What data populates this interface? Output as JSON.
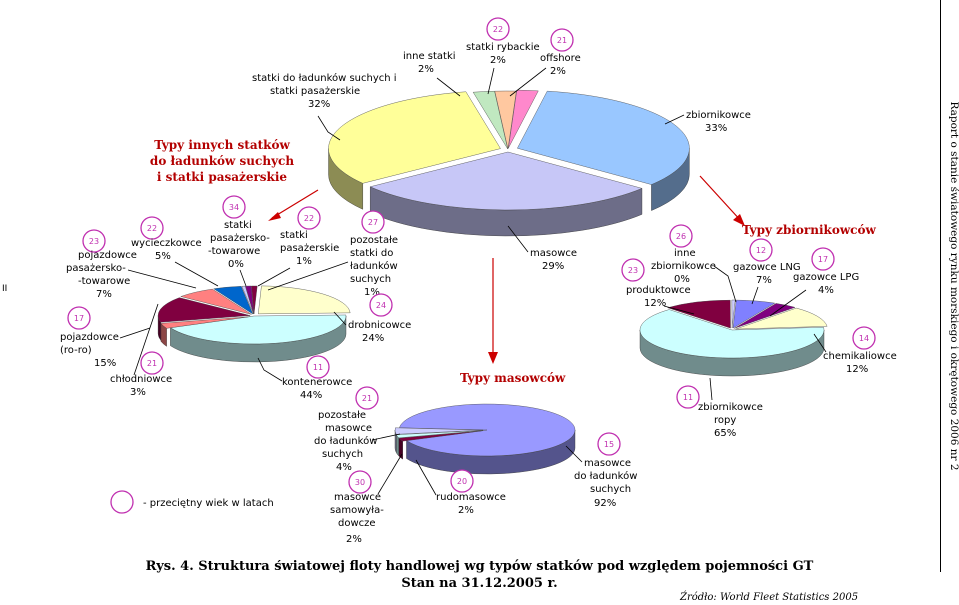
{
  "side_text": "Raport o stanie światowego rynku morskiego i okrętowego 2006 nr 2",
  "left_mark": "II",
  "caption_line1": "Rys. 4. Struktura światowej floty handlowej wg typów statków pod względem pojemności GT",
  "caption_line2": "Stan na 31.12.2005 r.",
  "source": "Źródło: World Fleet Statistics 2005",
  "legend_note": "- przeciętny wiek w latach",
  "group_titles": {
    "other": [
      "Typy innych statków",
      "do ładunków suchych",
      "i statki pasażerskie"
    ],
    "tankers": "Typy zbiornikowców",
    "bulk": "Typy masowców"
  },
  "colors": {
    "tankers": "#99c7ff",
    "bulk": "#c7c7f7",
    "passenger": "#ffff99",
    "other_small": "#c0e8c0",
    "fishing": "#ffc8a0",
    "offshore": "#ff88cc",
    "containers": "#ccffff",
    "general": "#ffffcc",
    "ro_ro": "#800040",
    "cooling": "#ff8080",
    "ropax": "#0066cc",
    "cruise": "#ccccff",
    "crude": "#ccffff",
    "chemical": "#ffffcc",
    "lpg": "#800080",
    "lng": "#8080ff",
    "products": "#800040",
    "dry_bulk": "#9999ff",
    "ore_oil": "#800040",
    "self_unload": "#ccffff"
  },
  "chart_data": [
    {
      "type": "pie",
      "title": "",
      "slices": [
        {
          "label": "zbiornikowce",
          "value": 33,
          "text": "33%"
        },
        {
          "label": "masowce",
          "value": 29,
          "text": "29%"
        },
        {
          "label": "statki do ładunków suchych i statki pasażerskie",
          "value": 32,
          "text": "32%"
        },
        {
          "label": "inne statki",
          "value": 2,
          "text": "2%"
        },
        {
          "label": "statki rybackie",
          "value": 2,
          "text": "2%",
          "age": 22
        },
        {
          "label": "offshore",
          "value": 2,
          "text": "2%",
          "age": 21
        }
      ]
    },
    {
      "type": "pie",
      "title": "Typy innych statków do ładunków suchych i statki pasażerskie",
      "slices": [
        {
          "label": "drobnicowce",
          "value": 24,
          "text": "24%",
          "age": 24
        },
        {
          "label": "kontenerowce",
          "value": 44,
          "text": "44%",
          "age": 11
        },
        {
          "label": "chłodniowce",
          "value": 3,
          "text": "3%",
          "age": 21
        },
        {
          "label": "pojazdowce (ro-ro)",
          "value": 15,
          "text": "15%",
          "age": 17
        },
        {
          "label": "pojazdowce pasażersko--towarowe",
          "value": 7,
          "text": "7%",
          "age": 23
        },
        {
          "label": "wycieczkowce",
          "value": 5,
          "text": "5%",
          "age": 22
        },
        {
          "label": "statki pasażersko--towarowe",
          "value": 0,
          "text": "0%",
          "age": 34
        },
        {
          "label": "statki pasażerskie",
          "value": 1,
          "text": "1%",
          "age": 22
        },
        {
          "label": "pozostałe statki do ładunków suchych",
          "value": 1,
          "text": "1%",
          "age": 27
        }
      ]
    },
    {
      "type": "pie",
      "title": "Typy zbiornikowców",
      "slices": [
        {
          "label": "gazowce LNG",
          "value": 7,
          "text": "7%",
          "age": 12
        },
        {
          "label": "gazowce LPG",
          "value": 4,
          "text": "4%",
          "age": 17
        },
        {
          "label": "chemikaliowce",
          "value": 12,
          "text": "12%",
          "age": 14
        },
        {
          "label": "zbiornikowce ropy",
          "value": 65,
          "text": "65%",
          "age": 11
        },
        {
          "label": "produktowce",
          "value": 12,
          "text": "12%",
          "age": 23
        },
        {
          "label": "inne zbiornikowce",
          "value": 0,
          "text": "0%",
          "age": 26
        }
      ]
    },
    {
      "type": "pie",
      "title": "Typy masowców",
      "slices": [
        {
          "label": "masowce do ładunków suchych",
          "value": 92,
          "text": "92%",
          "age": 15
        },
        {
          "label": "rudomasowce",
          "value": 2,
          "text": "2%",
          "age": 20
        },
        {
          "label": "masowce samowyła--dowcze",
          "value": 2,
          "text": "2%",
          "age": 30
        },
        {
          "label": "pozostałe masowce do ładunków suchych",
          "value": 4,
          "text": "4%",
          "age": 21
        }
      ]
    }
  ]
}
